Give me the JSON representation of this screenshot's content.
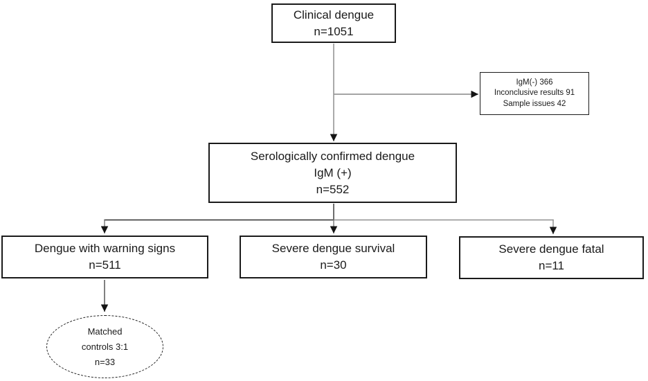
{
  "diagram": {
    "type": "flowchart",
    "nodes": {
      "clinical_dengue": {
        "lines": [
          "Clinical dengue",
          "n=1051"
        ]
      },
      "excluded": {
        "lines": [
          "IgM(-) 366",
          "Inconclusive results 91",
          "Sample issues 42"
        ]
      },
      "confirmed_dengue": {
        "lines": [
          "Serologically confirmed dengue",
          "IgM (+)",
          "n=552"
        ]
      },
      "warning_signs": {
        "lines": [
          "Dengue with warning signs",
          "n=511"
        ]
      },
      "severe_survival": {
        "lines": [
          "Severe dengue survival",
          "n=30"
        ]
      },
      "severe_fatal": {
        "lines": [
          "Severe dengue fatal",
          "n=11"
        ]
      },
      "matched_controls": {
        "lines": [
          "Matched",
          "controls 3:1",
          "n=33"
        ]
      }
    },
    "edges": [
      {
        "from": "clinical_dengue",
        "to": "confirmed_dengue"
      },
      {
        "from": "clinical_dengue",
        "to": "excluded"
      },
      {
        "from": "confirmed_dengue",
        "to": "warning_signs"
      },
      {
        "from": "confirmed_dengue",
        "to": "severe_survival"
      },
      {
        "from": "confirmed_dengue",
        "to": "severe_fatal"
      },
      {
        "from": "warning_signs",
        "to": "matched_controls"
      }
    ],
    "colors": {
      "background": "#ffffff",
      "box_border": "#1a1a1a",
      "text": "#1a1a1a",
      "connector_gray": "#858585",
      "connector_dark": "#2f2f2f",
      "arrowhead": "#141414"
    }
  }
}
